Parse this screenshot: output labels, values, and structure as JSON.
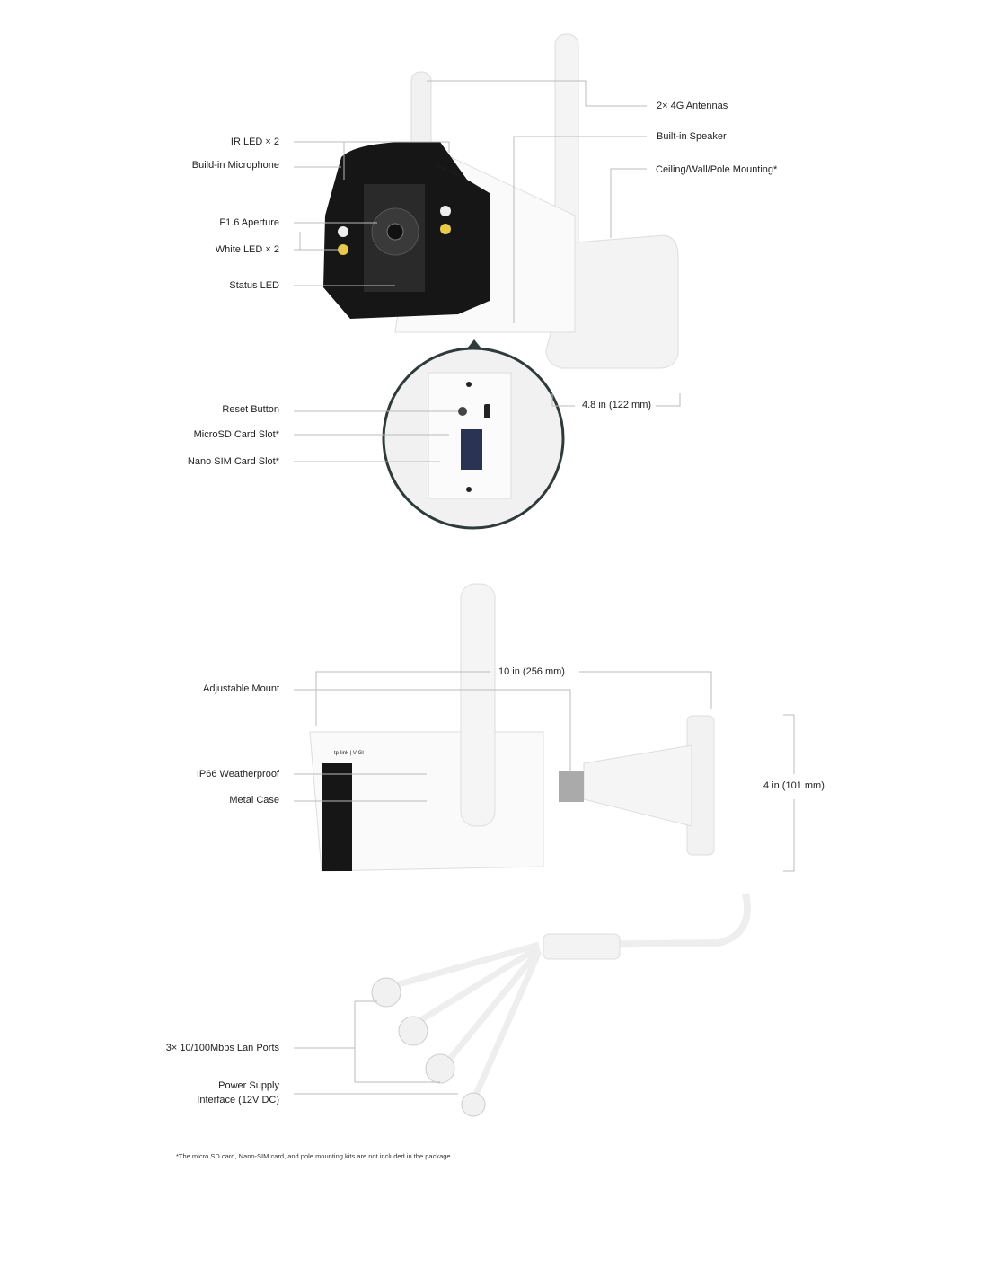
{
  "top_view": {
    "labels": {
      "antennas": "2× 4G Antennas",
      "speaker": "Built-in Speaker",
      "mounting": "Ceiling/Wall/Pole Mounting*",
      "ir_led": "IR LED × 2",
      "microphone": "Build-in Microphone",
      "aperture": "F1.6 Aperture",
      "white_led": "White LED × 2",
      "status_led": "Status LED",
      "reset": "Reset Button",
      "microsd": "MicroSD Card Slot*",
      "nano_sim": "Nano SIM Card Slot*",
      "depth": "4.8 in (122 mm)"
    },
    "logo": "tp-link | VIGI"
  },
  "side_view": {
    "labels": {
      "length": "10 in (256 mm)",
      "adjustable_mount": "Adjustable Mount",
      "weatherproof": "IP66 Weatherproof",
      "metal_case": "Metal Case",
      "height": "4 in (101 mm)",
      "lan_ports": "3× 10/100Mbps Lan Ports",
      "power_line1": "Power Supply",
      "power_line2": "Interface (12V DC)"
    },
    "logo": "tp-link | VIGI"
  },
  "footnote": "*The micro SD card, Nano-SIM card, and pole mounting kits are not included in the package."
}
